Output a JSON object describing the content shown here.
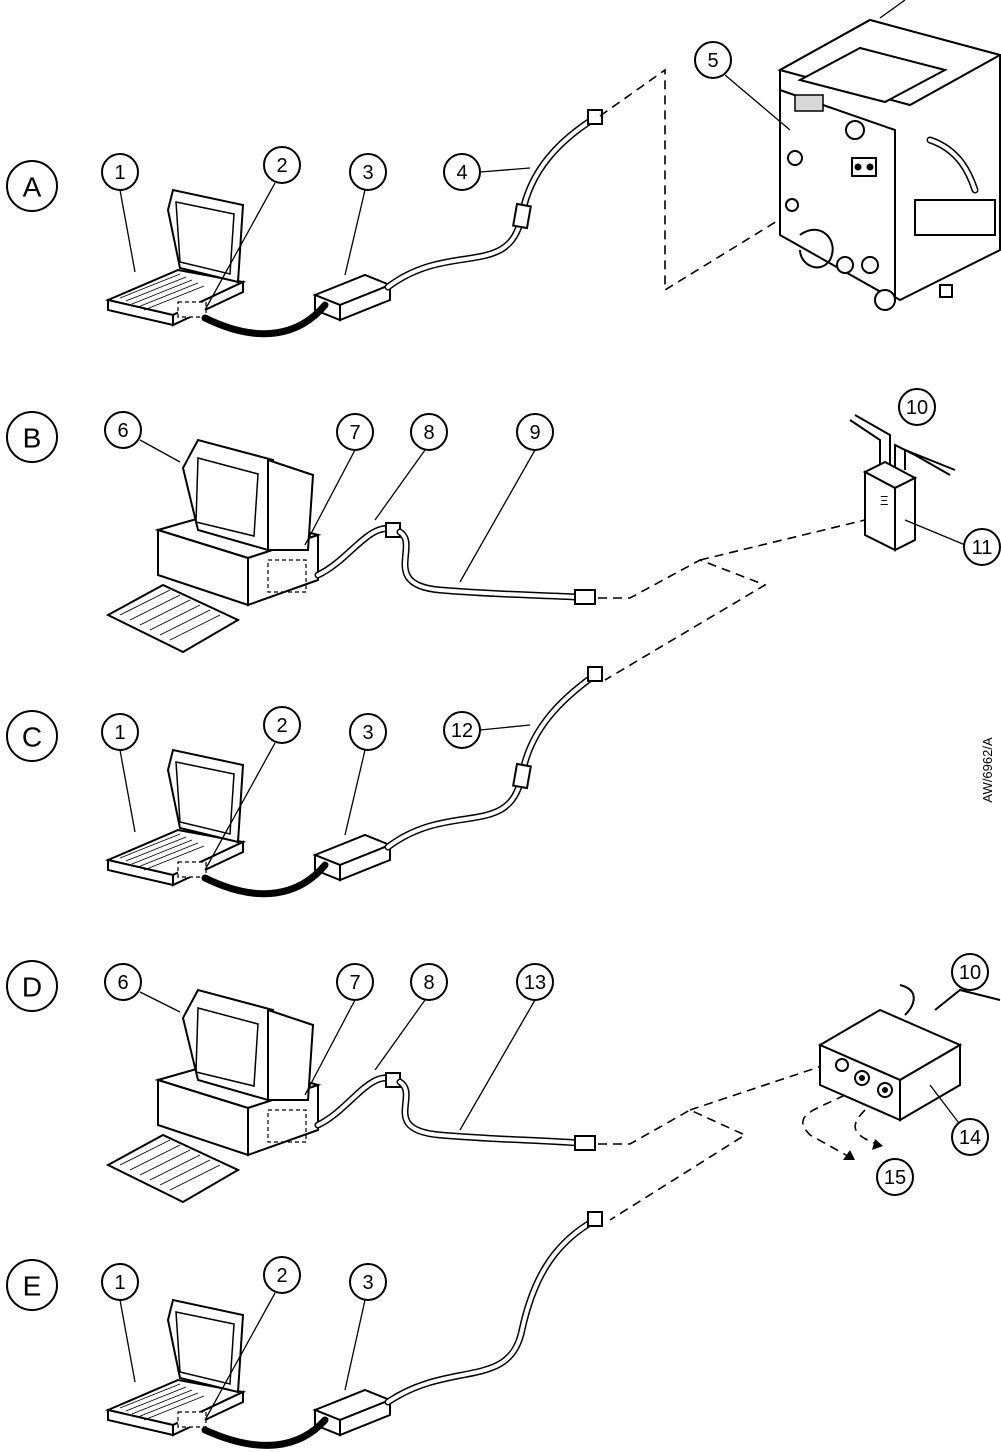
{
  "figure": {
    "reference": "AW/6962/A",
    "rows": [
      {
        "letter": "A",
        "callouts": [
          "1",
          "2",
          "3",
          "4",
          "5"
        ]
      },
      {
        "letter": "B",
        "callouts": [
          "6",
          "7",
          "8",
          "9",
          "10",
          "11"
        ]
      },
      {
        "letter": "C",
        "callouts": [
          "1",
          "2",
          "3",
          "12"
        ]
      },
      {
        "letter": "D",
        "callouts": [
          "6",
          "7",
          "8",
          "13",
          "10",
          "14",
          "15"
        ]
      },
      {
        "letter": "E",
        "callouts": [
          "1",
          "2",
          "3"
        ]
      }
    ]
  }
}
